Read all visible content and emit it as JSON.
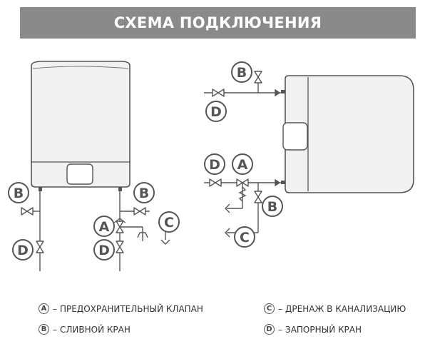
{
  "title": "СХЕМА ПОДКЛЮЧЕНИЯ",
  "labels": {
    "A": "A",
    "B": "B",
    "C": "C",
    "D": "D"
  },
  "legend": [
    {
      "letter": "A",
      "dash": "–",
      "text": "ПРЕДОХРАНИТЕЛЬНЫЙ КЛАПАН"
    },
    {
      "letter": "B",
      "dash": "–",
      "text": "СЛИВНОЙ КРАН"
    },
    {
      "letter": "C",
      "dash": "–",
      "text": "ДРЕНАЖ В КАНАЛИЗАЦИЮ"
    },
    {
      "letter": "D",
      "dash": "–",
      "text": "ЗАПОРНЫЙ КРАН"
    }
  ],
  "colors": {
    "banner": "#8a8a8a",
    "line": "#555555",
    "tank": "#f1f1f1"
  }
}
